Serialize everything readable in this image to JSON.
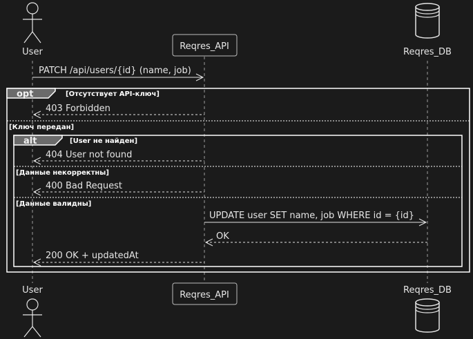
{
  "participants": {
    "user": "User",
    "api": "Reqres_API",
    "db": "Reqres_DB"
  },
  "messages": {
    "m1": "PATCH /api/users/{id} (name, job)",
    "m2": "403 Forbidden",
    "m3": "404 User not found",
    "m4": "400 Bad Request",
    "m5": "UPDATE user SET name, job WHERE id = {id}",
    "m6": "OK",
    "m7": "200 OK + updatedAt"
  },
  "fragments": {
    "opt": {
      "keyword": "opt",
      "guard": "[Отсутствует API-ключ]",
      "else_guard": "[Ключ передан]"
    },
    "alt": {
      "keyword": "alt",
      "guard": "[User не найден]",
      "guard2": "[Данные некорректны]",
      "guard3": "[Данные валидны]"
    }
  },
  "colors": {
    "background": "#1b1b1b",
    "foreground": "#e6e6e6",
    "tab": "#6b6b6b"
  }
}
